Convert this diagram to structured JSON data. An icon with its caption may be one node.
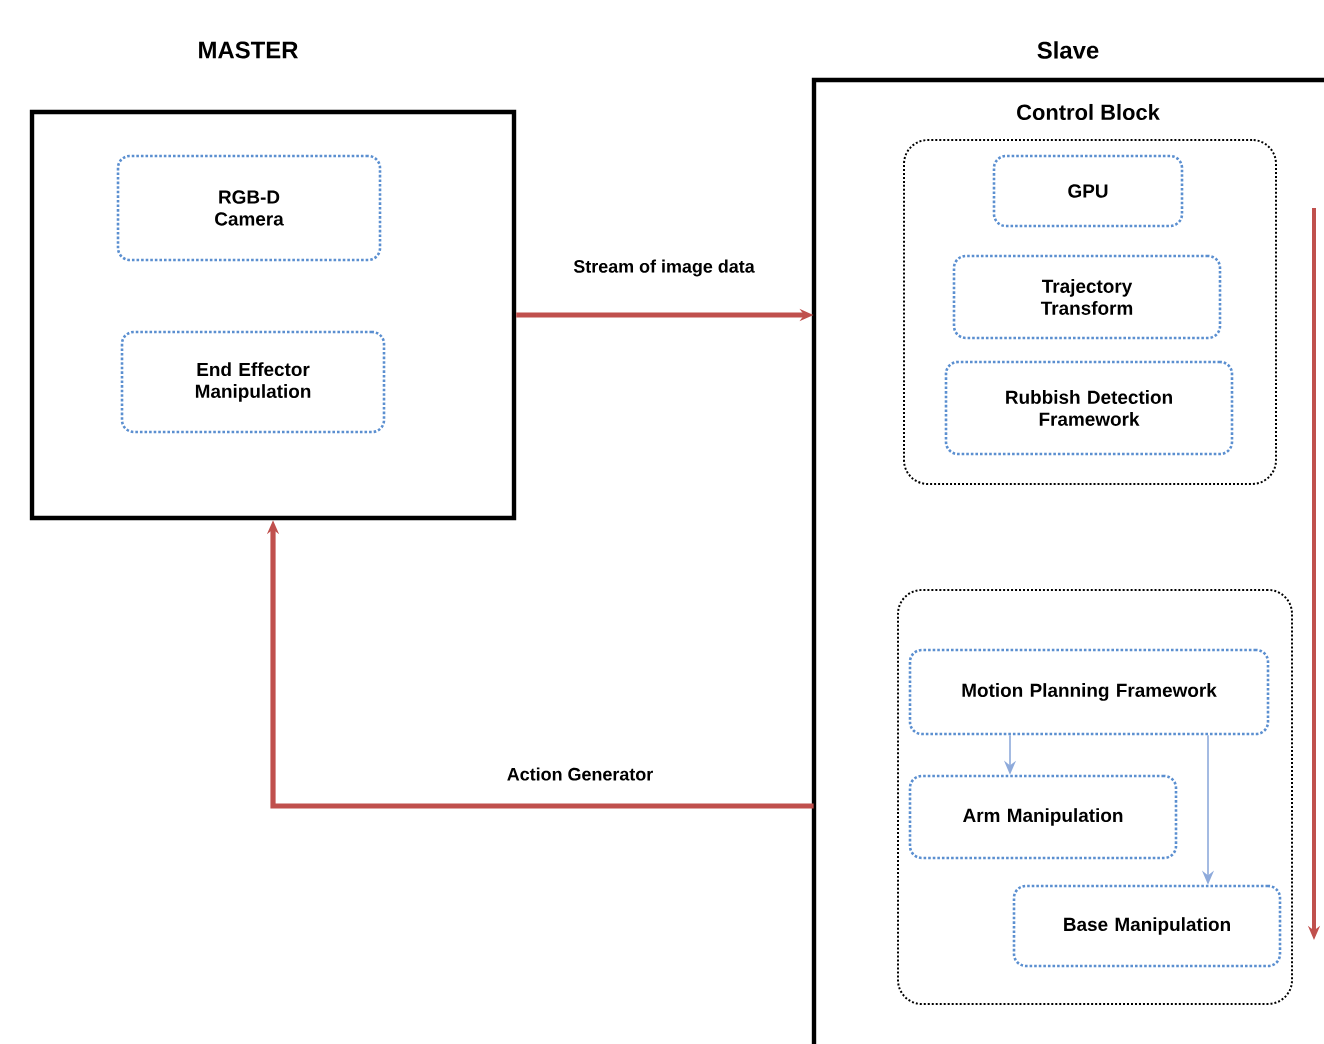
{
  "diagram": {
    "nodes": [
      {
        "text": [
          "MASTER"
        ]
      },
      {
        "text": [
          "RGB-D Camera"
        ],
        "in": 0
      },
      {
        "text": [
          "End Effector Manipulation"
        ],
        "in": 0
      },
      {
        "text": [
          "Slave"
        ]
      },
      {
        "text": [
          "Control Block"
        ],
        "in": 3
      },
      {
        "text": [
          "GPU"
        ],
        "in": 4
      },
      {
        "text": [
          "Trajectory Transform"
        ],
        "in": 4
      },
      {
        "text": [
          "Rubbish Detection Framework"
        ],
        "in": 4
      },
      {
        "text": [],
        "shape": "box",
        "in": 3
      },
      {
        "text": [
          "Motion Planning Framework"
        ],
        "in": 8
      },
      {
        "text": [
          "Arm Manipulation"
        ],
        "in": 8
      },
      {
        "text": [
          "Base Manipulation"
        ],
        "in": 8
      }
    ],
    "edges": [
      {
        "from": 0,
        "to": 3,
        "arrow": "to",
        "label": "Stream of image data",
        "style": "thick",
        "color": "#c0504d"
      },
      {
        "from": 3,
        "to": 0,
        "arrow": "to",
        "label": "Action Generator",
        "style": "thick",
        "color": "#c0504d"
      },
      {
        "from": 9,
        "to": 10,
        "arrow": "to",
        "color": "#8eaadb"
      },
      {
        "from": 9,
        "to": 11,
        "arrow": "to",
        "color": "#8eaadb"
      }
    ]
  }
}
